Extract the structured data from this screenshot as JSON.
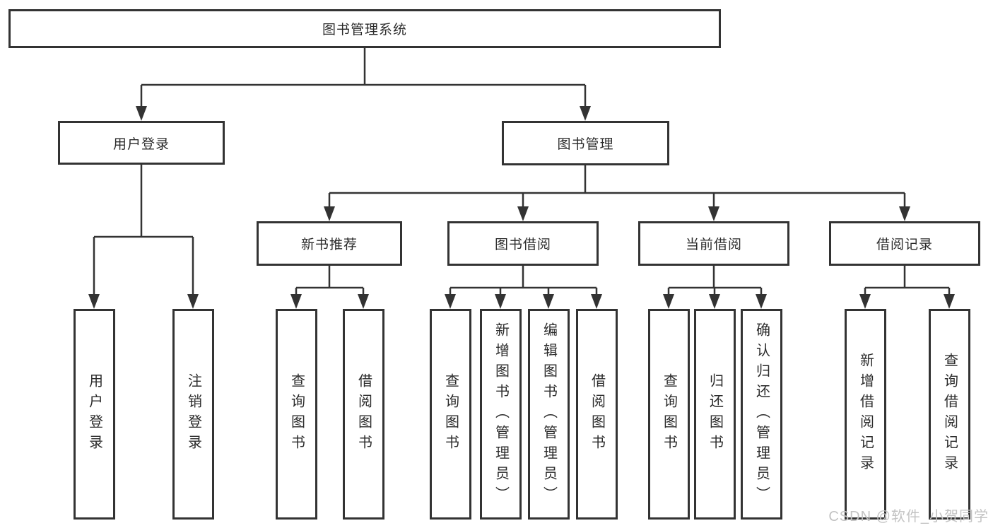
{
  "diagram": {
    "root": {
      "label": "图书管理系统",
      "children": [
        {
          "label": "用户登录",
          "children": [
            {
              "label": "用户登录"
            },
            {
              "label": "注销登录"
            }
          ]
        },
        {
          "label": "图书管理",
          "children": [
            {
              "label": "新书推荐",
              "children": [
                {
                  "label": "查询图书"
                },
                {
                  "label": "借阅图书"
                }
              ]
            },
            {
              "label": "图书借阅",
              "children": [
                {
                  "label": "查询图书"
                },
                {
                  "label": "新增图书（管理员）"
                },
                {
                  "label": "编辑图书（管理员）"
                },
                {
                  "label": "借阅图书"
                }
              ]
            },
            {
              "label": "当前借阅",
              "children": [
                {
                  "label": "查询图书"
                },
                {
                  "label": "归还图书"
                },
                {
                  "label": "确认归还（管理员）"
                }
              ]
            },
            {
              "label": "借阅记录",
              "children": [
                {
                  "label": "新增借阅记录"
                },
                {
                  "label": "查询借阅记录"
                }
              ]
            }
          ]
        }
      ]
    },
    "colors": {
      "line": "#333333",
      "box_border": "#333333",
      "text": "#2b2b2b",
      "background": "#ffffff",
      "watermark": "#c3c3c3"
    }
  },
  "watermark": {
    "text": "CSDN @软件_小贺同学"
  }
}
